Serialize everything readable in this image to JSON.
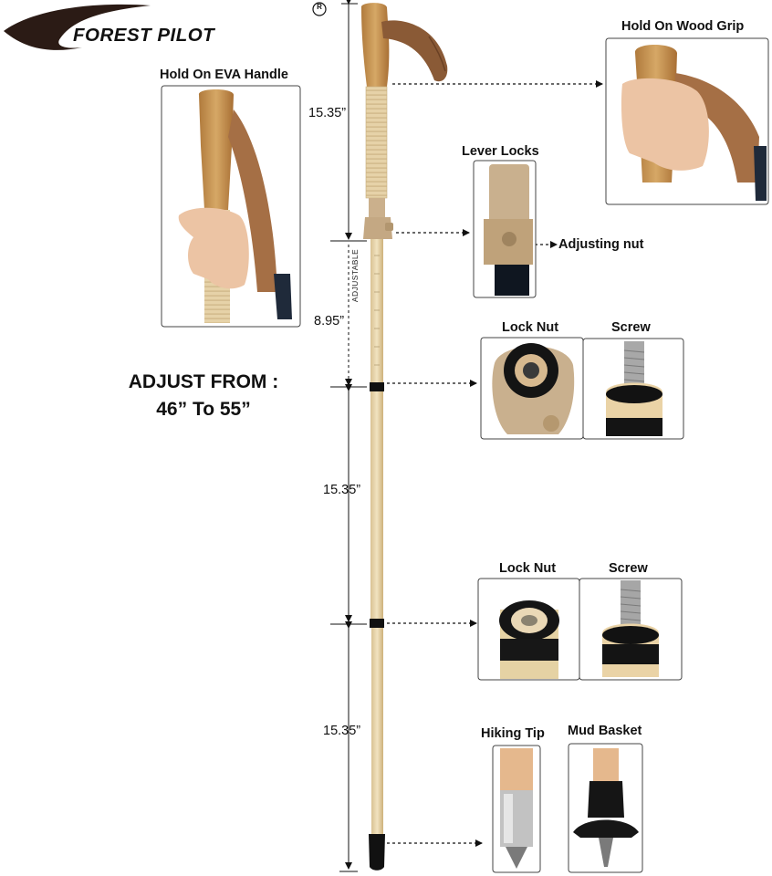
{
  "brand": {
    "name": "FOREST PILOT",
    "registered_mark": "R"
  },
  "adjust_text": {
    "line1": "ADJUST FROM :",
    "line2": "46” To 55”"
  },
  "segments": {
    "handle_length": "15.35”",
    "adjustable_length": "8.95”",
    "adjustable_label": "ADJUSTABLE",
    "middle_length": "15.35”",
    "lower_length": "15.35”"
  },
  "callouts": {
    "wood_grip": "Hold On Wood Grip",
    "eva_handle": "Hold On EVA Handle",
    "lever_locks": "Lever Locks",
    "adjusting_nut": "Adjusting nut",
    "lock_nut_1": "Lock Nut",
    "screw_1": "Screw",
    "lock_nut_2": "Lock Nut",
    "screw_2": "Screw",
    "hiking_tip": "Hiking Tip",
    "mud_basket": "Mud Basket"
  },
  "colors": {
    "cork": "#c99a5a",
    "strap": "#8a5a36",
    "shaft": "#e6d3a8",
    "beige_plastic": "#c9b08e",
    "black_band": "#111111",
    "brand_swoosh": "#2b1b15"
  }
}
